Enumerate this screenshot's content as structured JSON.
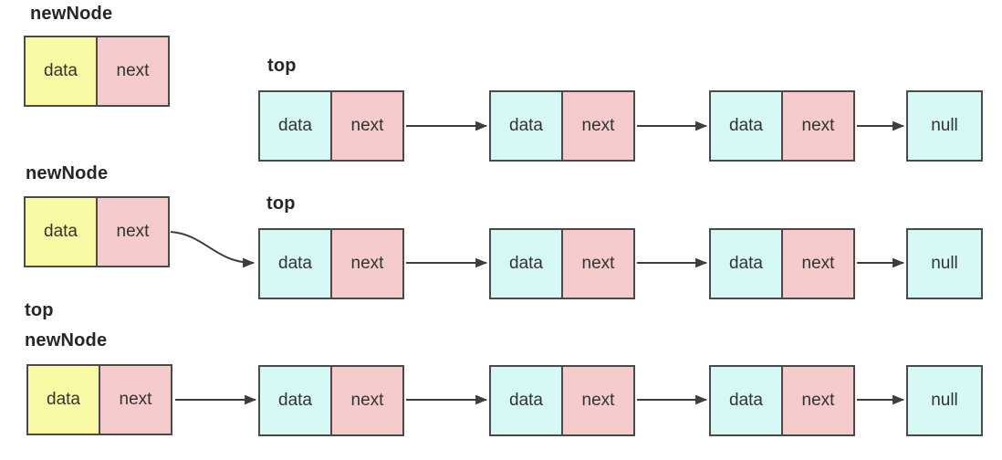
{
  "title": "Linked list stack push (newNode becomes top) diagram",
  "colors": {
    "yellow": "#FAF9A4",
    "cyan": "#D7F9F5",
    "pink": "#F5CBCB",
    "border": "#4A4A4A",
    "text": "#333333",
    "label": "#262626",
    "arrow": "#3D3D3D",
    "background": "#FFFFFF"
  },
  "rows": [
    {
      "step": "before-link",
      "newNode": {
        "label": "newNode",
        "cells": [
          "data",
          "next"
        ]
      },
      "top_label": "top",
      "nodes": [
        [
          "data",
          "next"
        ],
        [
          "data",
          "next"
        ],
        [
          "data",
          "next"
        ]
      ],
      "null_label": "null"
    },
    {
      "step": "newnode-next-points-to-top",
      "newNode": {
        "label": "newNode",
        "cells": [
          "data",
          "next"
        ]
      },
      "top_label": "top",
      "nodes": [
        [
          "data",
          "next"
        ],
        [
          "data",
          "next"
        ],
        [
          "data",
          "next"
        ]
      ],
      "null_label": "null"
    },
    {
      "step": "top-moved-to-newnode",
      "top_label": "top",
      "newNode": {
        "label": "newNode",
        "cells": [
          "data",
          "next"
        ]
      },
      "nodes": [
        [
          "data",
          "next"
        ],
        [
          "data",
          "next"
        ],
        [
          "data",
          "next"
        ]
      ],
      "null_label": "null"
    }
  ]
}
